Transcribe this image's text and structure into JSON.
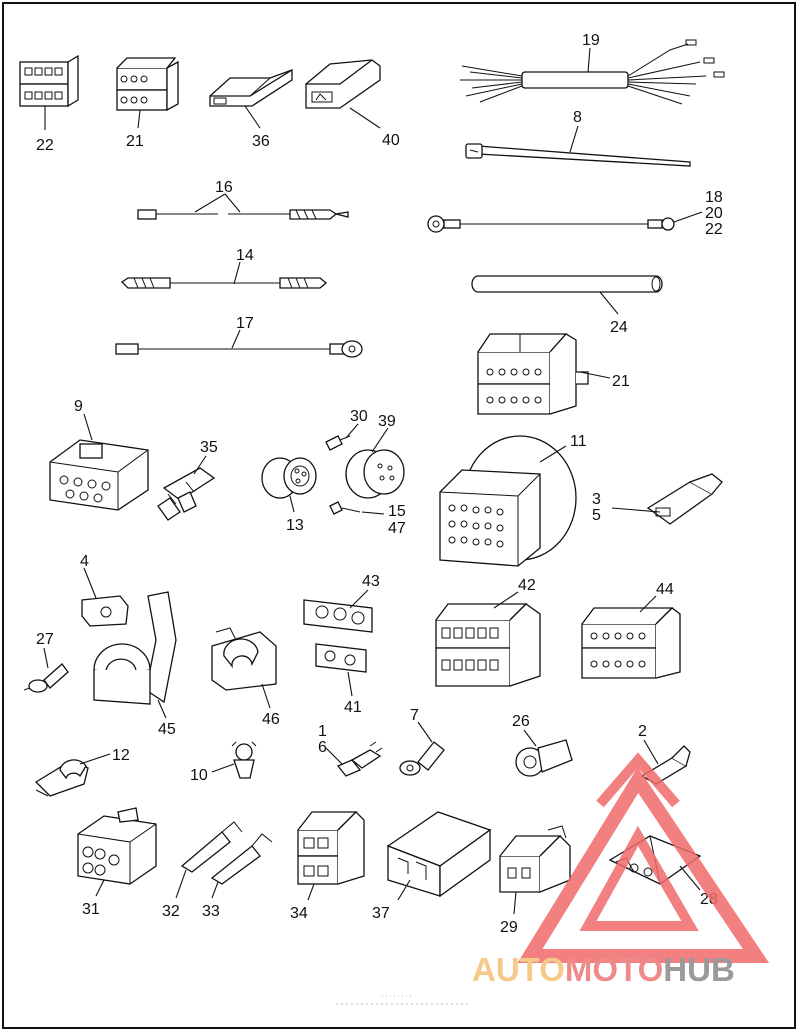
{
  "callouts": {
    "c22a": "22",
    "c21a": "21",
    "c36": "36",
    "c40": "40",
    "c19": "19",
    "c8": "8",
    "c16": "16",
    "c18": "18",
    "c20": "20",
    "c22b": "22",
    "c14": "14",
    "c24": "24",
    "c17": "17",
    "c21b": "21",
    "c9": "9",
    "c35": "35",
    "c30": "30",
    "c39": "39",
    "c11": "11",
    "c13": "13",
    "c15": "15",
    "c47": "47",
    "c3": "3",
    "c5": "5",
    "c4": "4",
    "c43": "43",
    "c42": "42",
    "c44": "44",
    "c27": "27",
    "c45": "45",
    "c46": "46",
    "c41": "41",
    "c1": "1",
    "c6": "6",
    "c7": "7",
    "c26": "26",
    "c2": "2",
    "c12": "12",
    "c10": "10",
    "c31": "31",
    "c32": "32",
    "c33": "33",
    "c34": "34",
    "c37": "37",
    "c29": "29",
    "c28": "28"
  },
  "watermark": {
    "part1": "AUTO",
    "part2": "MOTO",
    "part3": "HUB",
    "color1": "#f5c98a",
    "color2": "#ee8a8a",
    "color3": "#9a9a9a",
    "triangle_color": "#f06a6a"
  }
}
